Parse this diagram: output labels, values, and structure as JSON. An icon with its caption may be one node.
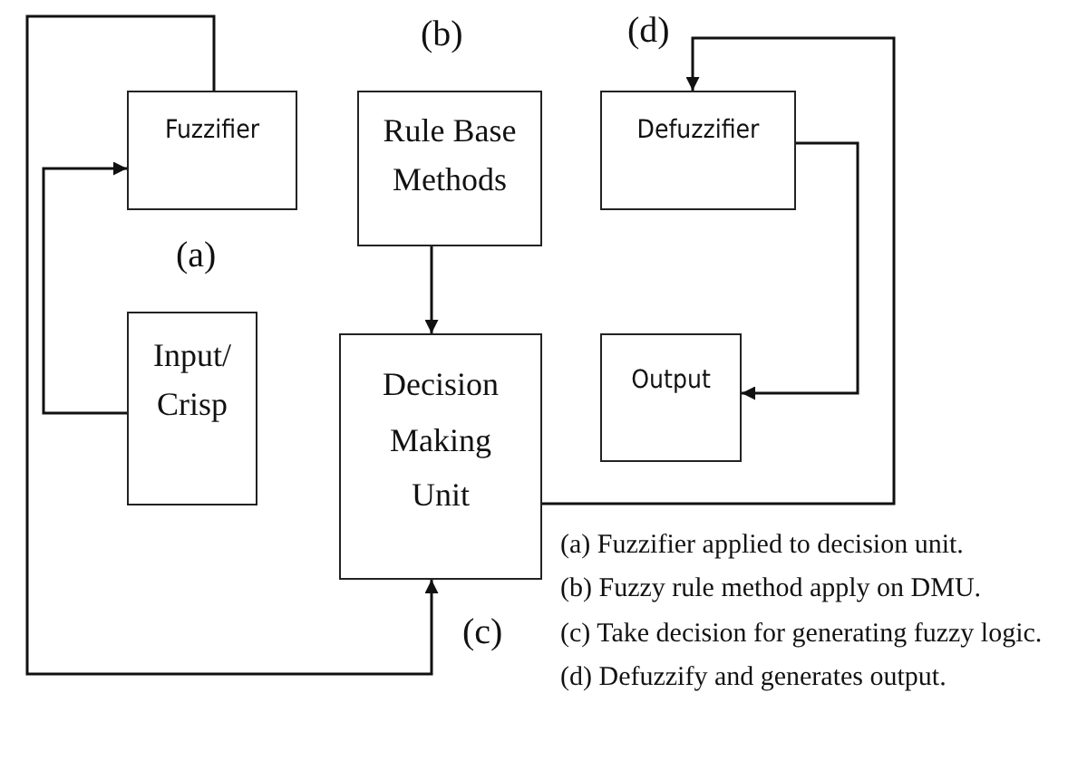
{
  "diagram": {
    "nodes": [
      {
        "text": [
          "Fuzzifier"
        ]
      },
      {
        "text": [
          "Rule Base Methods"
        ]
      },
      {
        "text": [
          "Defuzzifier"
        ]
      },
      {
        "text": [
          "Input/ Crisp"
        ]
      },
      {
        "text": [
          "Decision Making Unit"
        ]
      },
      {
        "text": [
          "Output"
        ]
      }
    ],
    "edges": [
      {
        "from": 3,
        "to": 0,
        "arrow": "to"
      },
      {
        "from": 0,
        "to": 4,
        "arrow": "to"
      },
      {
        "from": 1,
        "to": 4,
        "arrow": "to"
      },
      {
        "from": 4,
        "to": 2,
        "arrow": "to"
      },
      {
        "from": 2,
        "to": 5,
        "arrow": "to"
      }
    ],
    "labels": [
      "(b)",
      "(d)",
      "(a)",
      "(c)",
      "(a) Fuzzifier applied to decision unit.",
      "(b) Fuzzy rule method apply on DMU.",
      "(c) Take decision for generating fuzzy logic.",
      "(d) Defuzzify and generates output."
    ]
  }
}
